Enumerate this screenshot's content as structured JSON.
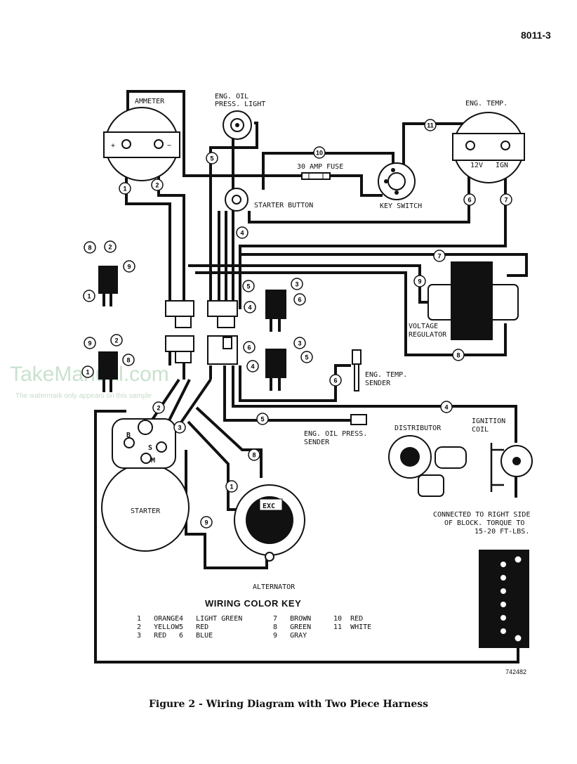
{
  "page_number": "8011-3",
  "caption": "Figure 2 - Wiring Diagram with Two Piece Harness",
  "reference_code": "742482",
  "watermark": {
    "main": "TakeManual.com",
    "sub": "The watermark only appears on this sample"
  },
  "components": {
    "ammeter": "AMMETER",
    "ammeter_plus": "+",
    "ammeter_minus": "−",
    "eng_oil_press_light_1": "ENG. OIL",
    "eng_oil_press_light_2": "PRESS. LIGHT",
    "eng_temp": "ENG. TEMP.",
    "eng_temp_term_left": "12V",
    "eng_temp_term_right": "IGN",
    "fuse": "30 AMP FUSE",
    "starter_button": "STARTER BUTTON",
    "key_switch": "KEY SWITCH",
    "voltage_regulator_1": "VOLTAGE",
    "voltage_regulator_2": "REGULATOR",
    "eng_temp_sender_1": "ENG. TEMP.",
    "eng_temp_sender_2": "SENDER",
    "eng_oil_press_sender_1": "ENG. OIL PRESS.",
    "eng_oil_press_sender_2": "SENDER",
    "distributor": "DISTRIBUTOR",
    "ignition_coil_1": "IGNITION",
    "ignition_coil_2": "COIL",
    "starter": "STARTER",
    "starter_b": "B",
    "starter_s": "S",
    "starter_m": "M",
    "alternator": "ALTERNATOR",
    "alternator_exc": "EXC",
    "block_note_1": "CONNECTED TO RIGHT SIDE",
    "block_note_2": "OF BLOCK.  TORQUE TO",
    "block_note_3": "15-20 FT-LBS."
  },
  "color_key": {
    "title": "WIRING COLOR KEY",
    "columns": [
      [
        "1   ORANGE",
        "2   YELLOW",
        "3   RED"
      ],
      [
        "4   LIGHT GREEN",
        "5   RED",
        "6   BLUE"
      ],
      [
        "7   BROWN",
        "8   GREEN",
        "9   GRAY"
      ],
      [
        "10  RED",
        "11  WHITE"
      ]
    ]
  },
  "callouts": [
    "1",
    "2",
    "3",
    "4",
    "5",
    "6",
    "7",
    "8",
    "9",
    "10",
    "11"
  ]
}
